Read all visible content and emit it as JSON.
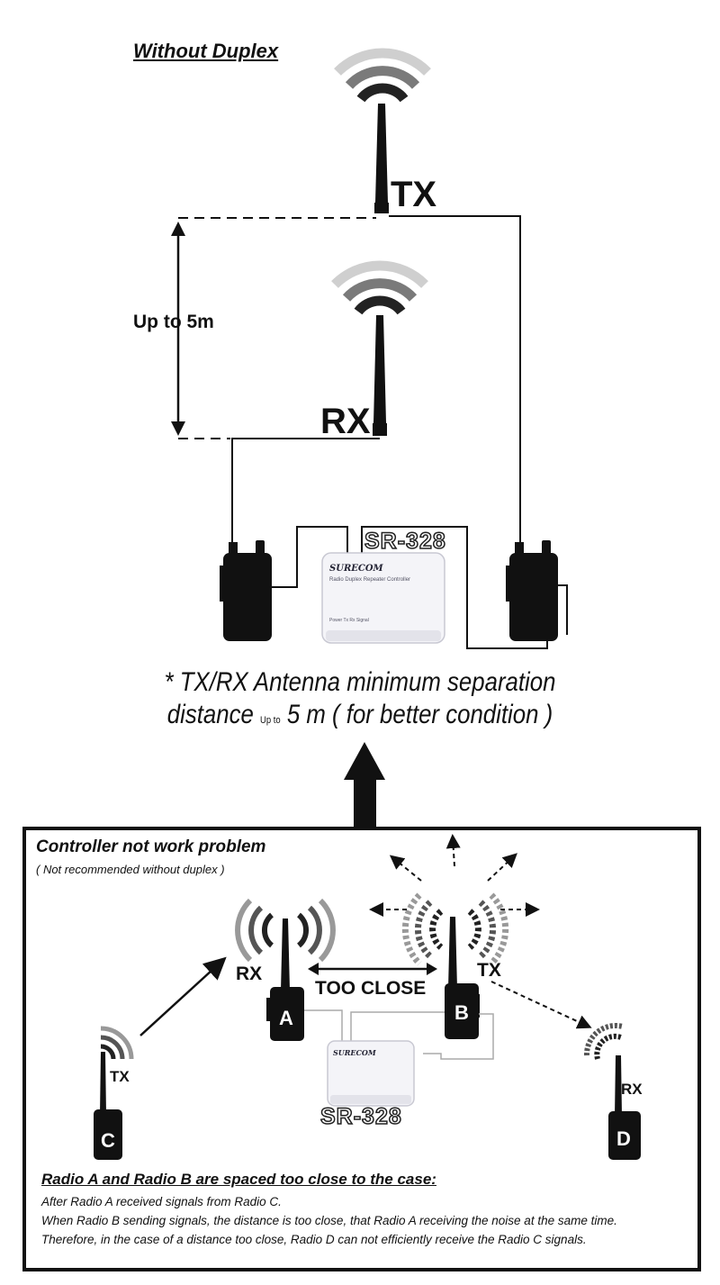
{
  "top_title": "Without Duplex",
  "tx_label": "TX",
  "rx_label": "RX",
  "separation_label": "Up to 5m",
  "device_model": "SR-328",
  "note_line1": "* TX/RX Antenna minimum separation",
  "note_line2_a": "distance",
  "note_line2_small": "Up to",
  "note_line2_b": "5 m ( for better condition )",
  "problem_box": {
    "title": "Controller not work problem",
    "subtitle": "( Not recommended without duplex )",
    "rx_label": "RX",
    "tx_label": "TX",
    "too_close": "TOO CLOSE",
    "radio_c_tx": "TX",
    "radio_d_rx": "RX",
    "radio_a": "A",
    "radio_b": "B",
    "radio_c": "C",
    "radio_d": "D",
    "device_model": "SR-328",
    "case_heading": "Radio A and Radio B are spaced too close to the case:",
    "case_lines": [
      "After Radio A received signals from Radio C.",
      "When Radio B sending signals, the distance is too close, that Radio A receiving the noise at the same time.",
      "Therefore, in the case of a distance too close, Radio D can not efficiently receive the Radio C signals."
    ]
  }
}
